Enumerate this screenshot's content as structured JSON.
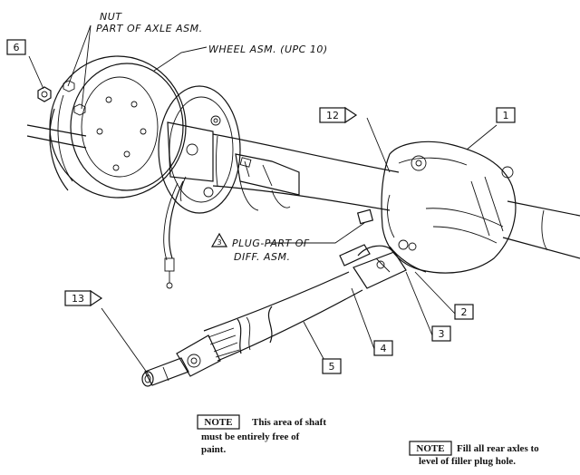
{
  "labels": {
    "nut": "NUT",
    "nut_sub": "PART OF AXLE ASM.",
    "wheel": "WHEEL ASM. (UPC 10)",
    "plug_ref": "3",
    "plug_line1": "PLUG-PART OF",
    "plug_line2": "DIFF. ASM."
  },
  "callouts": {
    "c6": "6",
    "c12": "12",
    "c1": "1",
    "c2": "2",
    "c3": "3",
    "c4": "4",
    "c5": "5",
    "c13": "13"
  },
  "notes": {
    "left": {
      "tag": "NOTE",
      "line1": "This area of shaft",
      "line2": "must be entirely free of",
      "line3": "paint."
    },
    "right": {
      "tag": "NOTE",
      "line1": "Fill all rear axles to",
      "line2": "level of filler plug hole."
    }
  }
}
